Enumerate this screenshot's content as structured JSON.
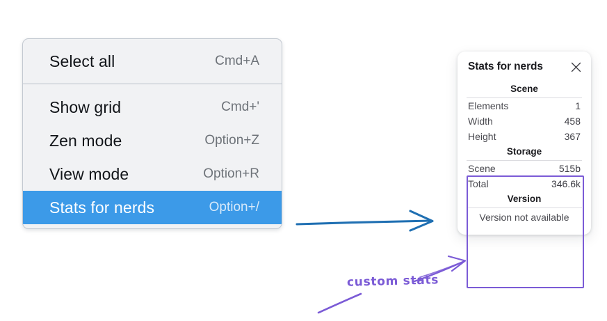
{
  "canvas": {
    "background": "#ffffff",
    "accent_blue": "#3c9ae8",
    "accent_purple": "#7b5bd6"
  },
  "context_menu": {
    "groups": [
      {
        "name": "group-top",
        "items": [
          {
            "label": "Select all",
            "shortcut": "Cmd+A",
            "selected": false
          }
        ]
      },
      {
        "name": "group-bottom",
        "items": [
          {
            "label": "Show grid",
            "shortcut": "Cmd+'",
            "selected": false
          },
          {
            "label": "Zen mode",
            "shortcut": "Option+Z",
            "selected": false
          },
          {
            "label": "View mode",
            "shortcut": "Option+R",
            "selected": false
          },
          {
            "label": "Stats for nerds",
            "shortcut": "Option+/",
            "selected": true
          }
        ]
      }
    ]
  },
  "stats_panel": {
    "title": "Stats for nerds",
    "close_icon": "close-icon",
    "sections": [
      {
        "heading": "Scene",
        "rows": [
          {
            "key": "Elements",
            "value": "1"
          },
          {
            "key": "Width",
            "value": "458"
          },
          {
            "key": "Height",
            "value": "367"
          }
        ]
      },
      {
        "heading": "Storage",
        "rows": [
          {
            "key": "Scene",
            "value": "515b"
          },
          {
            "key": "Total",
            "value": "346.6k"
          }
        ]
      },
      {
        "heading": "Version",
        "note": "Version not available"
      }
    ]
  },
  "annotations": {
    "callout_label": "custom stats",
    "blue_arrow": "arrow-right-icon",
    "purple_arrow": "arrow-up-right-icon",
    "purple_underline": "underline-stroke-icon"
  }
}
